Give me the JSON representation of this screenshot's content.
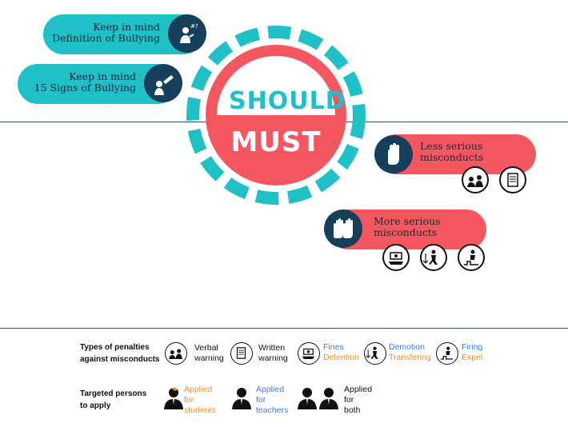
{
  "reminders": [
    {
      "line1": "Keep in mind",
      "line2": "Definition of Bullying"
    },
    {
      "line1": "Keep in mind",
      "line2": "15 Signs of Bullying"
    }
  ],
  "center": {
    "top_word": "SHOULD",
    "bottom_word": "MUST"
  },
  "misconducts": [
    {
      "line1": "Less serious",
      "line2": "misconducts"
    },
    {
      "line1": "More serious",
      "line2": "misconducts"
    }
  ],
  "legend": {
    "penalties_label_1": "Types of penalties",
    "penalties_label_2": "against misconducts",
    "penalties": [
      {
        "line1": "Verbal",
        "line2": "warning"
      },
      {
        "line1": "Written",
        "line2": "warning"
      },
      {
        "line1": "Fines",
        "line2": "Detention"
      },
      {
        "line1": "Demotion",
        "line2": "Transfering"
      },
      {
        "line1": "Firing",
        "line2": "Expel"
      }
    ],
    "targets_label_1": "Targeted persons",
    "targets_label_2": "to apply",
    "targets": [
      {
        "line1": "Applied",
        "line2": "for",
        "line3": "students"
      },
      {
        "line1": "Applied",
        "line2": "for",
        "line3": "teachers"
      },
      {
        "line1": "Applied",
        "line2": "for",
        "line3": "both"
      }
    ]
  },
  "colors": {
    "teal": "#1fc0c6",
    "red": "#f4575f",
    "navy": "#163f5c",
    "blue": "#3e7bd6",
    "orange": "#f28c1e"
  }
}
